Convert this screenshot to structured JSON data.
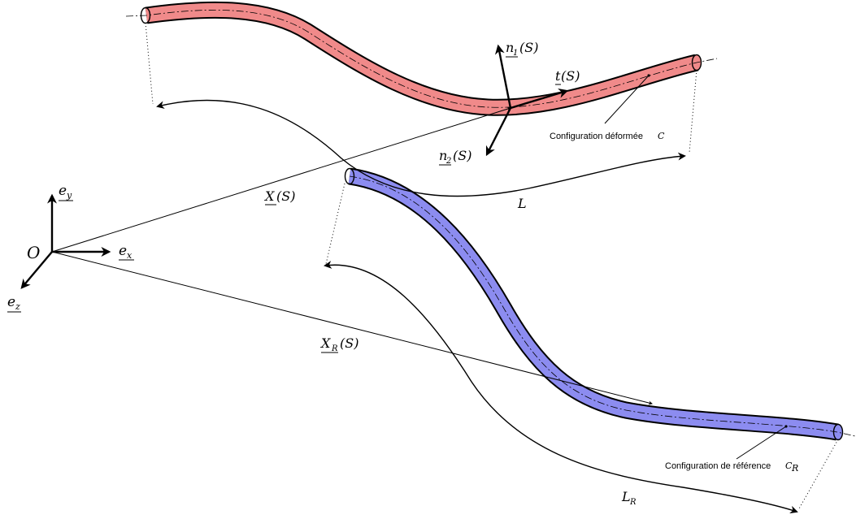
{
  "colors": {
    "deformed_tube": "#f08a8a",
    "reference_tube": "#8c8cf0",
    "ink": "#000000"
  },
  "labels": {
    "origin": "O",
    "ex": "e",
    "ex_sub": "x",
    "ey": "e",
    "ey_sub": "y",
    "ez": "e",
    "ez_sub": "z",
    "X_vec": "X",
    "X_arg": "(S)",
    "XR_vec": "X",
    "XR_sub": "R",
    "XR_arg": "(S)",
    "n1": "n",
    "n1_sub": "1",
    "n1_arg": "(S)",
    "n2": "n",
    "n2_sub": "2",
    "n2_arg": "(S)",
    "t": "t",
    "t_arg": "(S)",
    "L": "L",
    "LR": "L",
    "LR_sub": "R"
  },
  "annotations": {
    "deformed_text": "Configuration déformée",
    "deformed_symbol": "C",
    "reference_text": "Configuration de référence",
    "reference_symbol": "C",
    "reference_symbol_sub": "R"
  }
}
